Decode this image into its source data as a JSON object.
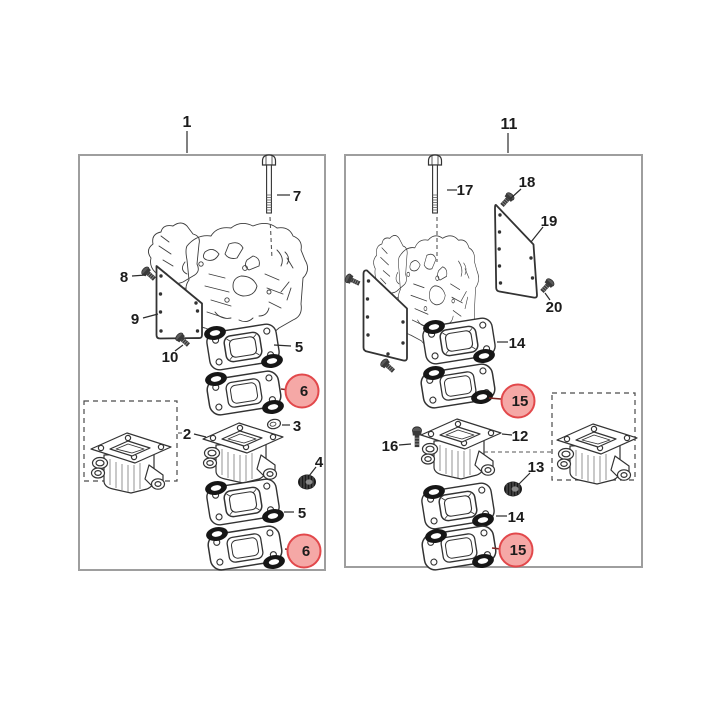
{
  "colors": {
    "highlight_fill": "#f5a8a6",
    "highlight_stroke": "#e2484b",
    "highlight_leader": "#7d2522",
    "line_art": "#333333",
    "panel_border": "#9e9e9e"
  },
  "panels": [
    {
      "assembly_label": "1",
      "callouts": [
        {
          "part": "mounting-bolt",
          "label": "7",
          "highlighted": false
        },
        {
          "part": "plate-screw-upper",
          "label": "8",
          "highlighted": false
        },
        {
          "part": "block-off-plate",
          "label": "9",
          "highlighted": false
        },
        {
          "part": "plate-screw-lower",
          "label": "10",
          "highlighted": false
        },
        {
          "part": "flange-gasket-upper",
          "label": "5",
          "highlighted": false
        },
        {
          "part": "manifold-gasket-upper",
          "label": "6",
          "highlighted": true
        },
        {
          "part": "exhaust-riser",
          "label": "2",
          "highlighted": false
        },
        {
          "part": "small-plug",
          "label": "3",
          "highlighted": false
        },
        {
          "part": "drain-plug",
          "label": "4",
          "highlighted": false
        },
        {
          "part": "flange-gasket-lower",
          "label": "5",
          "highlighted": false
        },
        {
          "part": "manifold-gasket-lower",
          "label": "6",
          "highlighted": true
        }
      ]
    },
    {
      "assembly_label": "11",
      "callouts": [
        {
          "part": "mounting-bolt",
          "label": "17",
          "highlighted": false
        },
        {
          "part": "plate-screw-upper",
          "label": "18",
          "highlighted": false
        },
        {
          "part": "block-off-plate",
          "label": "19",
          "highlighted": false
        },
        {
          "part": "plate-screw-lower",
          "label": "20",
          "highlighted": false
        },
        {
          "part": "flange-gasket-upper",
          "label": "14",
          "highlighted": false
        },
        {
          "part": "manifold-gasket-upper",
          "label": "15",
          "highlighted": true
        },
        {
          "part": "exhaust-riser",
          "label": "12",
          "highlighted": false
        },
        {
          "part": "riser-screw",
          "label": "16",
          "highlighted": false
        },
        {
          "part": "drain-plug",
          "label": "13",
          "highlighted": false
        },
        {
          "part": "flange-gasket-lower",
          "label": "14",
          "highlighted": false
        },
        {
          "part": "manifold-gasket-lower",
          "label": "15",
          "highlighted": true
        }
      ]
    }
  ]
}
